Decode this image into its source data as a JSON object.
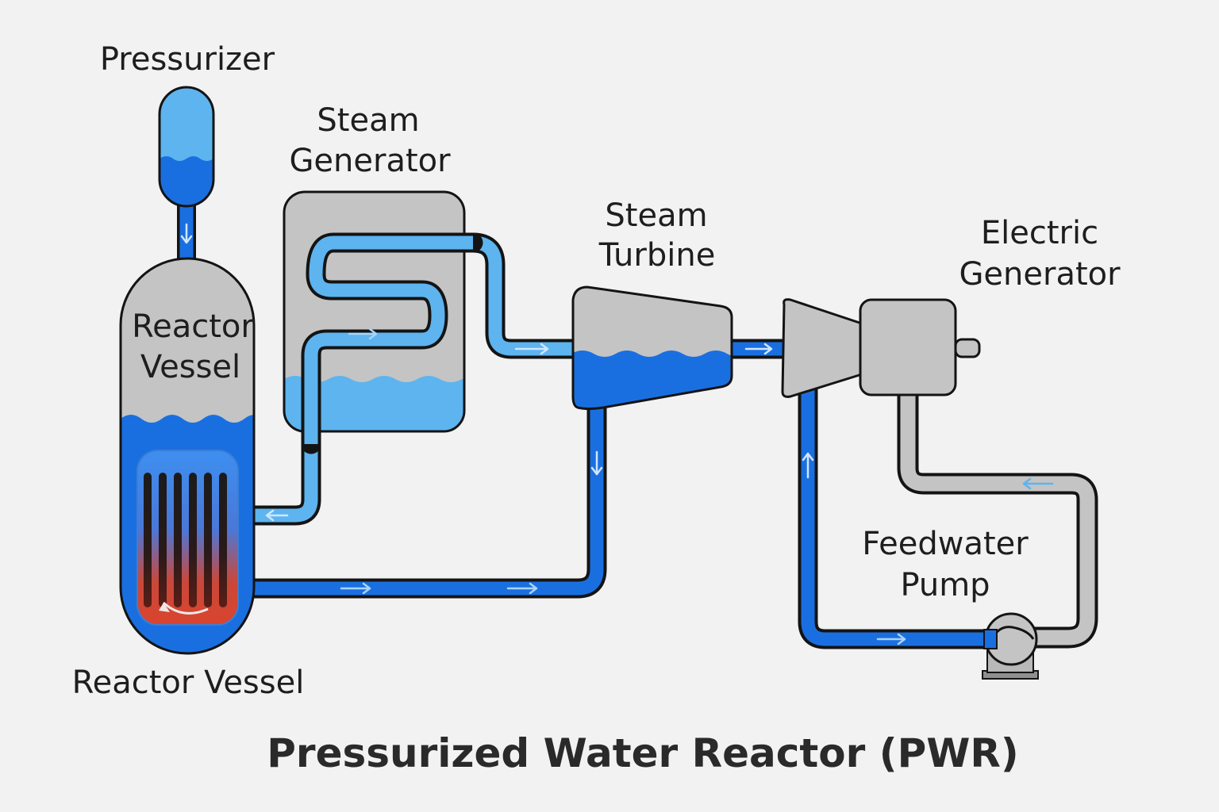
{
  "diagram": {
    "title": "Pressurized Water Reactor (PWR)",
    "labels": {
      "pressurizer": "Pressurizer",
      "steam_generator": [
        "Steam",
        "Generator"
      ],
      "steam_turbine": [
        "Steam",
        "Turbine"
      ],
      "electric_generator": [
        "Electric",
        "Generator"
      ],
      "reactor_vessel_inner": [
        "Reactor",
        "Vessel"
      ],
      "reactor_vessel_caption": "Reactor Vessel",
      "feedwater_pump": [
        "Feedwater",
        "Pump"
      ]
    },
    "colors": {
      "background": "#f2f2f2",
      "primary_water": "#1a6fe0",
      "secondary_water": "#5db4ef",
      "steam_gray": "#c4c4c4",
      "core_hot": "#d9442e",
      "outline": "#141414"
    },
    "icons": [
      "flow-arrow-icon",
      "fuel-rod-icon",
      "pump-icon",
      "generator-shaft-icon"
    ]
  }
}
